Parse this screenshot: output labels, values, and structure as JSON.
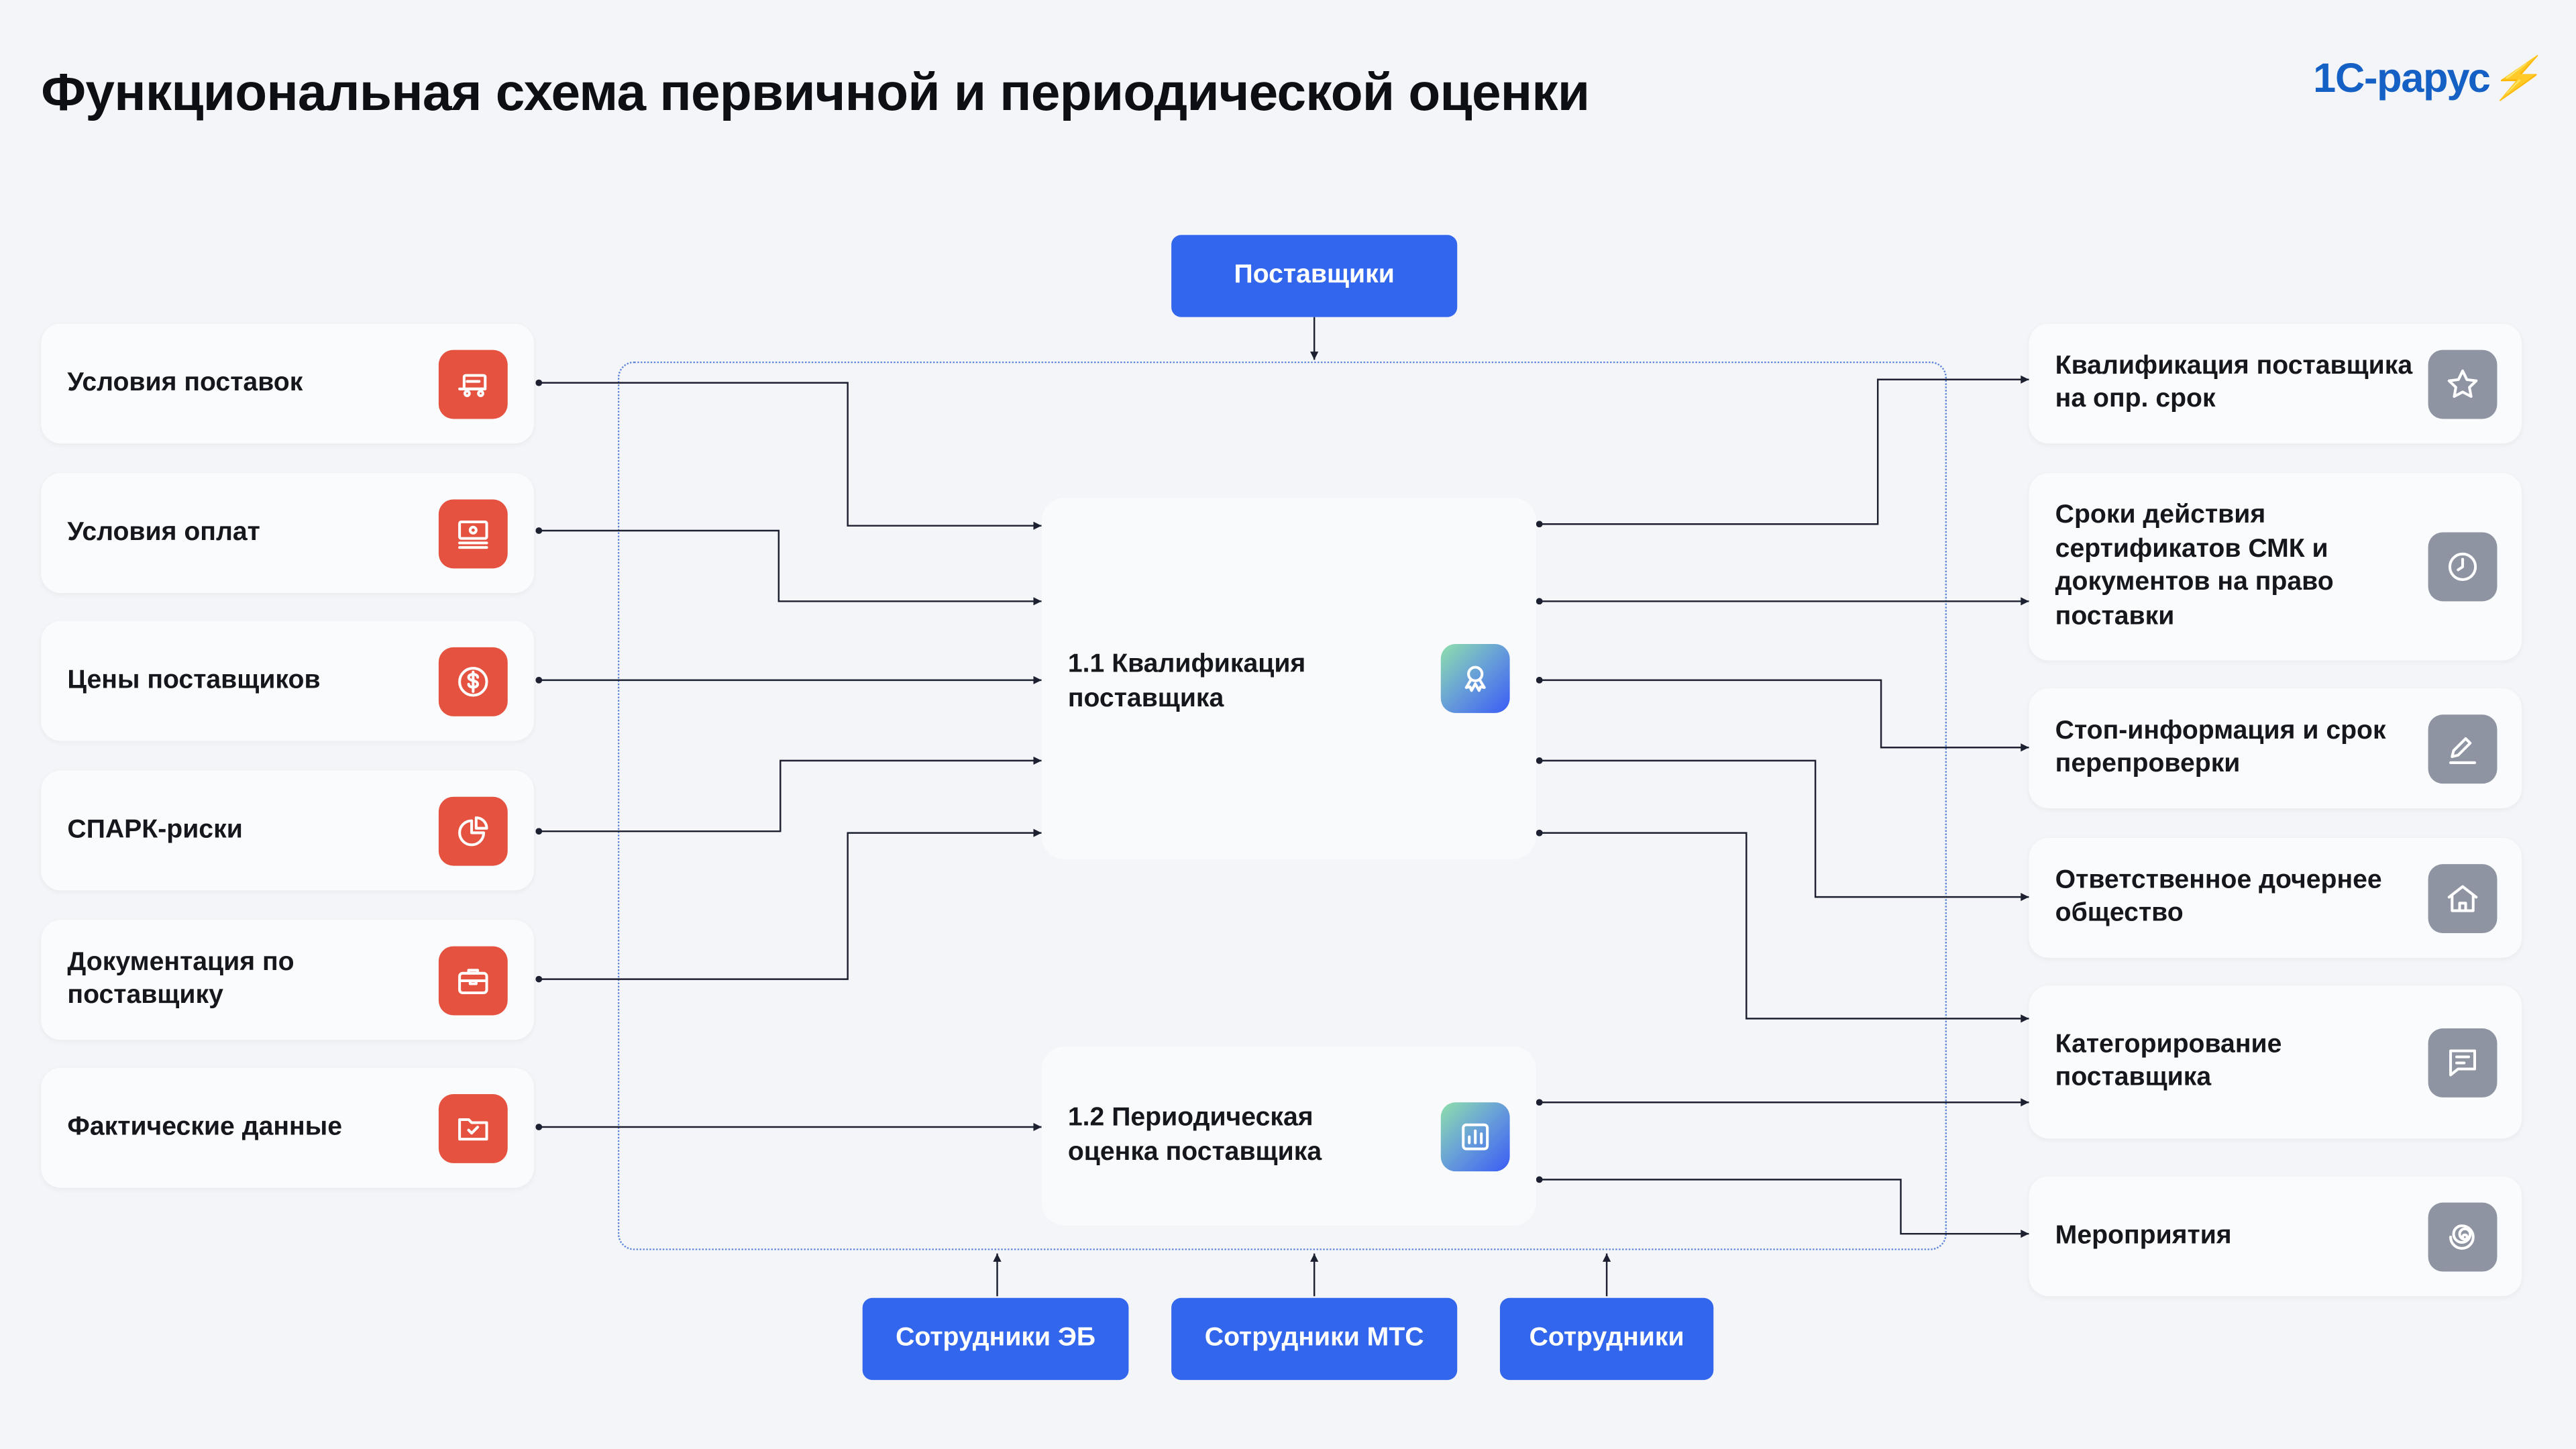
{
  "title": "Функциональная схема первичной и периодической оценки",
  "logo": {
    "text": "1С-рарус",
    "color": "#1460c4",
    "accent": "#e8501f"
  },
  "colors": {
    "background": "#f3f5f8",
    "input_icon": "#e5523f",
    "output_icon": "#8e94a2",
    "button": "#3266ec"
  },
  "top_actor": "Поставщики",
  "bottom_actors": [
    "Сотрудники ЭБ",
    "Сотрудники МТС",
    "Сотрудники"
  ],
  "inputs": [
    {
      "label": "Условия поставок",
      "icon": "truck-icon"
    },
    {
      "label": "Условия оплат",
      "icon": "banknote-icon"
    },
    {
      "label": "Цены поставщиков",
      "icon": "dollar-circle-icon"
    },
    {
      "label": "СПАРК-риски",
      "icon": "pie-chart-icon"
    },
    {
      "label": "Документация по поставщику",
      "icon": "briefcase-icon"
    },
    {
      "label": "Фактические данные",
      "icon": "folder-check-icon"
    }
  ],
  "processes": [
    {
      "label": "1.1 Квалификация поставщика",
      "icon": "award-icon"
    },
    {
      "label": "1.2 Периодическая оценка поставщика",
      "icon": "bar-chart-icon"
    }
  ],
  "outputs": [
    {
      "label": "Квалификация поставщика на опр. срок",
      "icon": "star-icon"
    },
    {
      "label": "Сроки действия сертификатов СМК и документов на право поставки",
      "icon": "clock-icon"
    },
    {
      "label": "Стоп-информация и срок перепроверки",
      "icon": "pencil-icon"
    },
    {
      "label": "Ответственное дочернее общество",
      "icon": "home-icon"
    },
    {
      "label": "Категорирование поставщика",
      "icon": "message-list-icon"
    },
    {
      "label": "Мероприятия",
      "icon": "spiral-icon"
    }
  ]
}
